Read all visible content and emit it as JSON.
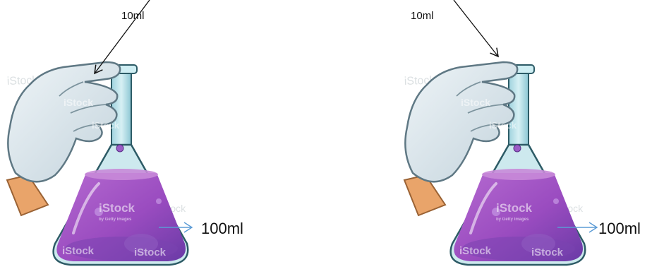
{
  "panels": [
    {
      "top_label": "10ml",
      "bottom_label": "100ml"
    },
    {
      "top_label": "10ml",
      "bottom_label": "100ml"
    }
  ],
  "watermark": "iStock",
  "watermark_sub": "by Getty Images",
  "colors": {
    "liquid": "#a052c0",
    "liquid_dark": "#6d3aa3",
    "glass": "#bfe3ea",
    "glove": "#dfe8ee",
    "skin": "#e9a46a",
    "arrow_black": "#111111",
    "arrow_blue": "#5b9bd5"
  }
}
